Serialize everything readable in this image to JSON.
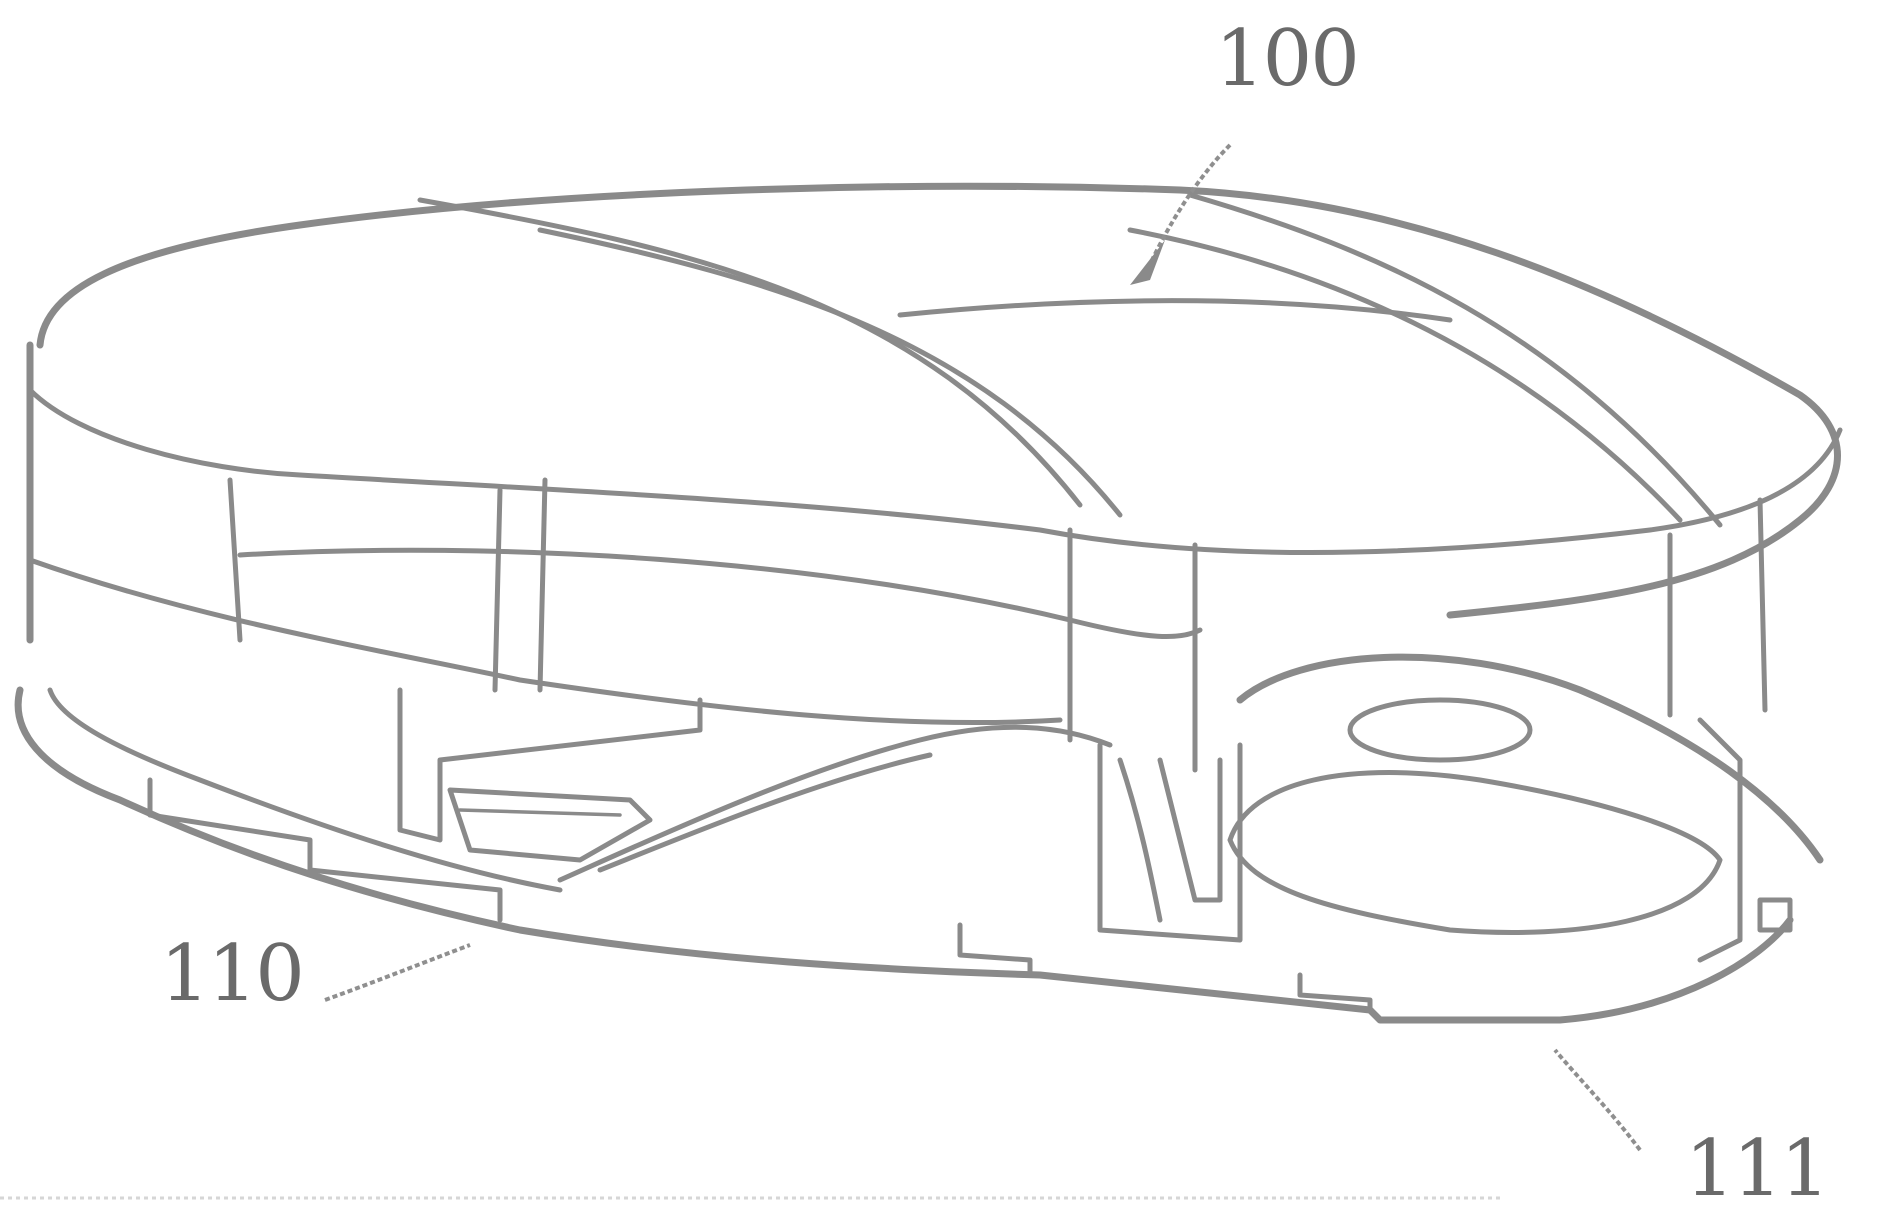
{
  "figure": {
    "reference_labels": {
      "device": "100",
      "base": "110",
      "base_front": "111"
    }
  },
  "colors": {
    "line": "#8a8a8a",
    "label": "#6a6a6a",
    "background": "#ffffff"
  }
}
